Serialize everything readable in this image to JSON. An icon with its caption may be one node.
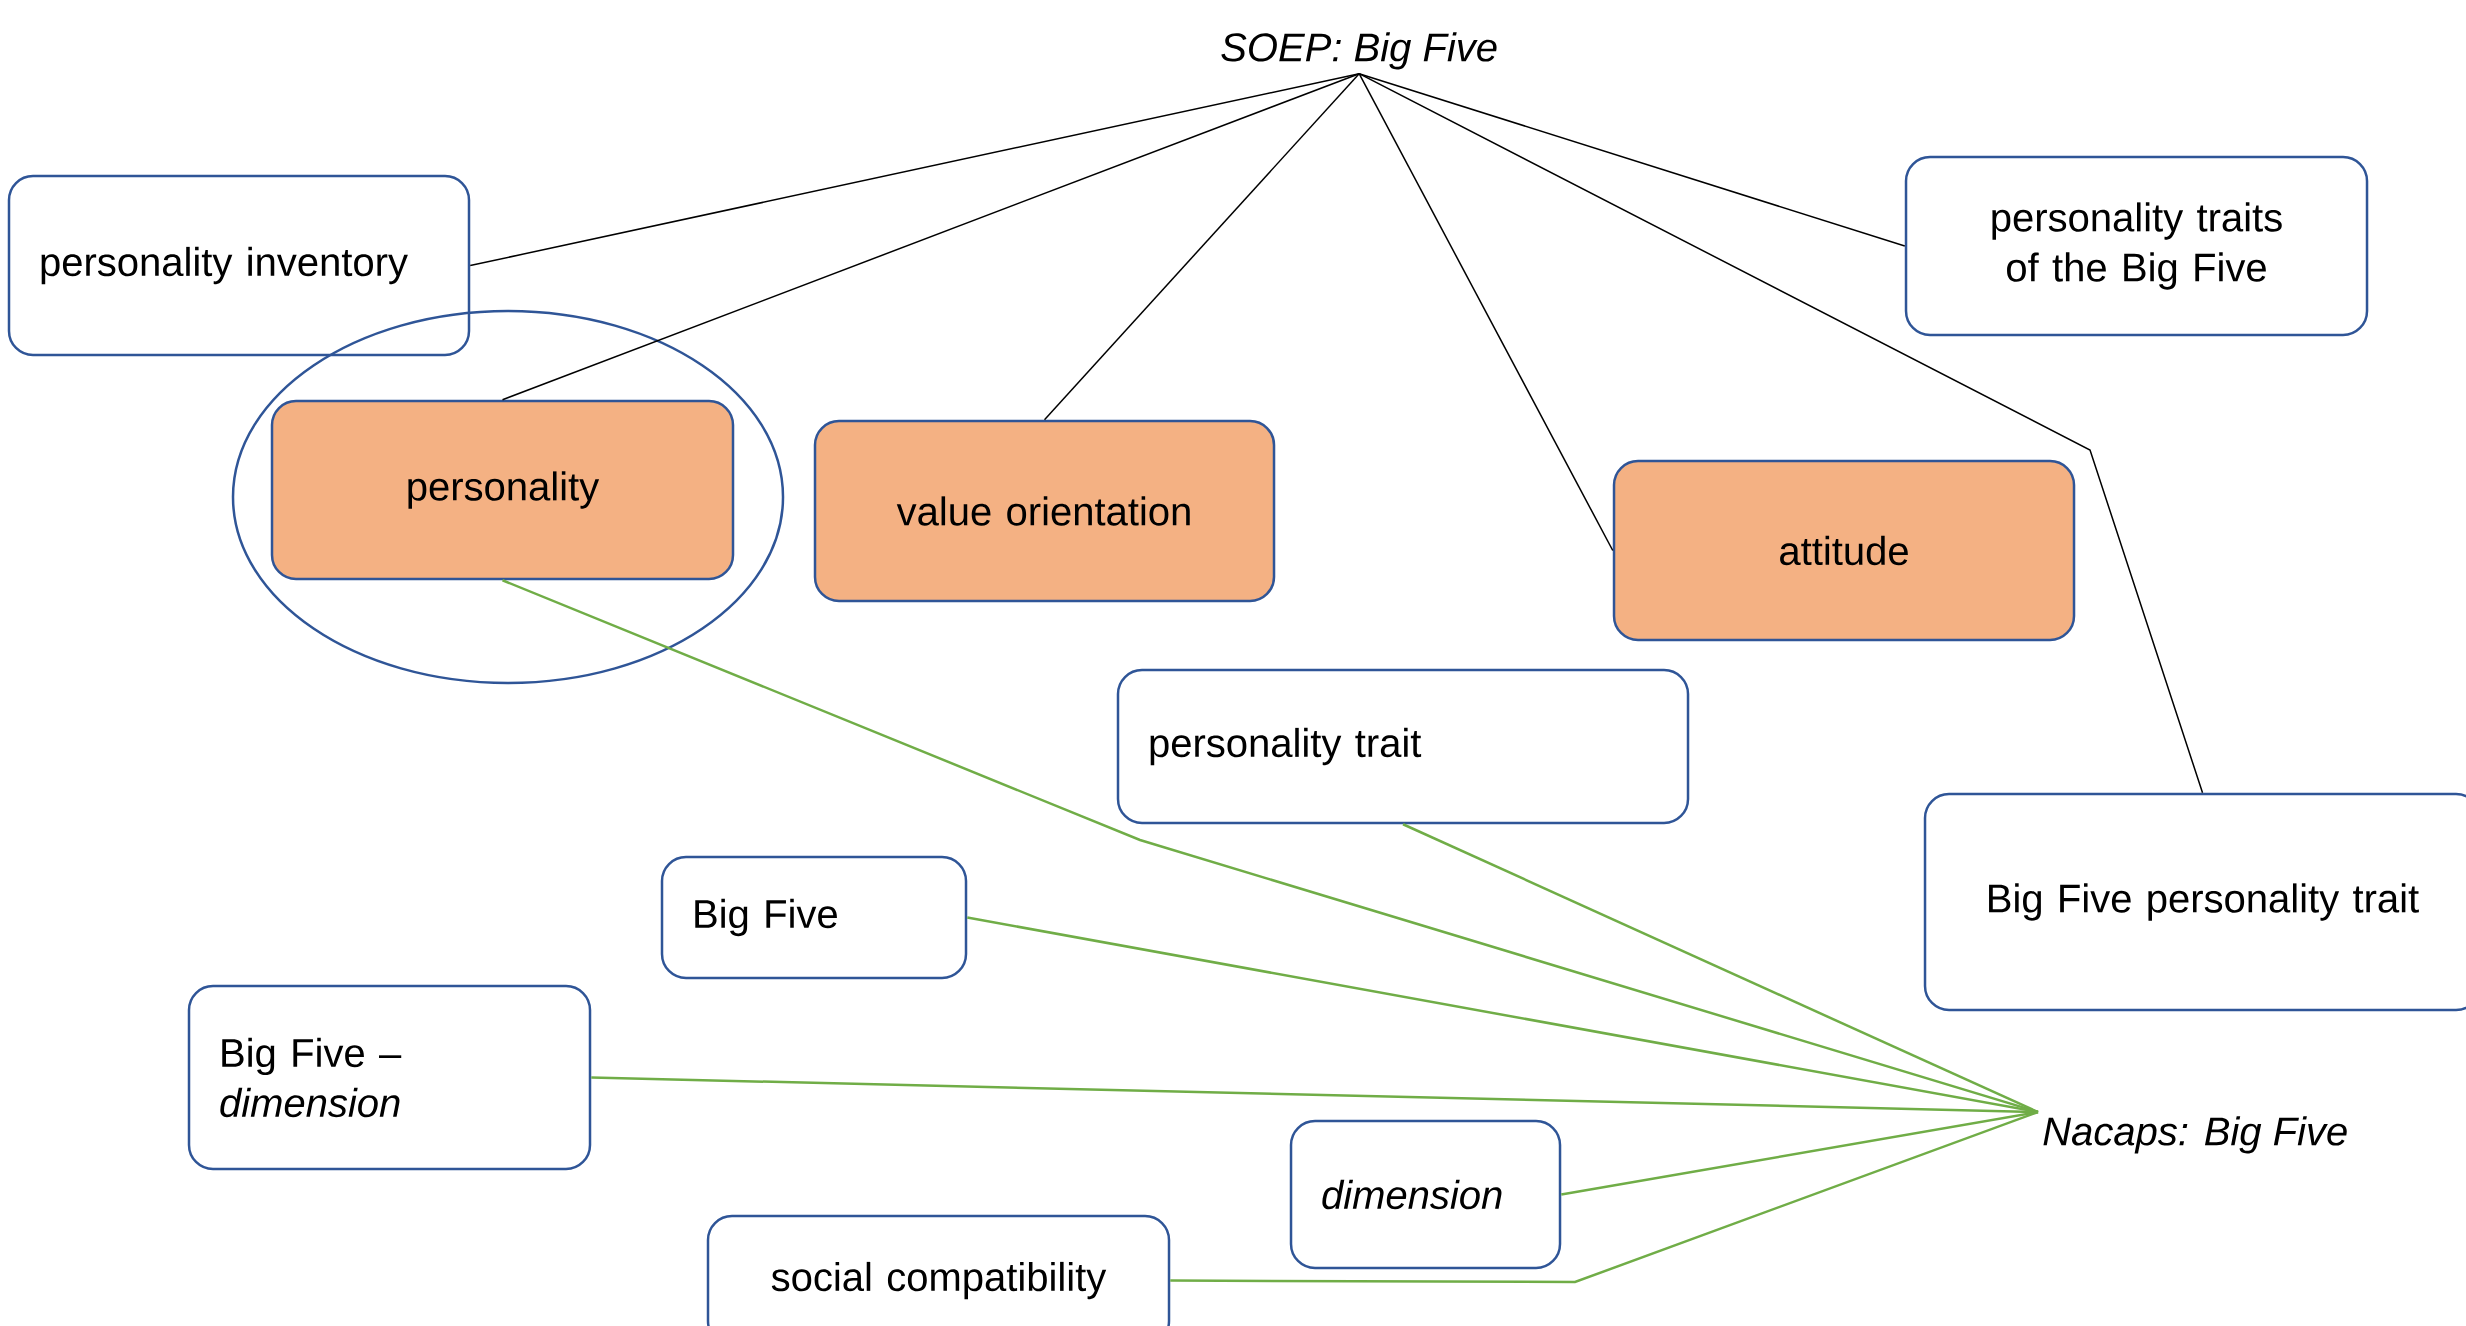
{
  "diagram": {
    "nodes": [
      {
        "text": [
          "SOEP: Big Five"
        ]
      },
      {
        "text": [
          "personality inventory"
        ]
      },
      {
        "text": [
          "personality traits of the Big Five"
        ]
      },
      {
        "text": [],
        "shape": "circle"
      },
      {
        "text": [
          "personality"
        ],
        "in": 3
      },
      {
        "text": [
          "value orientation"
        ]
      },
      {
        "text": [
          "attitude"
        ]
      },
      {
        "text": [
          "personality trait"
        ]
      },
      {
        "text": [
          "Big Five personality trait"
        ]
      },
      {
        "text": [
          "Big Five"
        ]
      },
      {
        "text": [
          "Big Five – *dimension*"
        ]
      },
      {
        "text": [
          "dimension"
        ]
      },
      {
        "text": [
          "social compatibility"
        ]
      },
      {
        "text": [
          "Nacaps: Big Five"
        ]
      }
    ],
    "edges": [
      {
        "from": 0,
        "to": 1,
        "arrow": "none"
      },
      {
        "from": 0,
        "to": 4,
        "arrow": "none"
      },
      {
        "from": 0,
        "to": 5,
        "arrow": "none"
      },
      {
        "from": 0,
        "to": 6,
        "arrow": "none"
      },
      {
        "from": 0,
        "to": 2,
        "arrow": "none"
      },
      {
        "from": 0,
        "to": 8,
        "arrow": "none"
      },
      {
        "from": 4,
        "to": 13,
        "arrow": "none",
        "color": "#70ad47"
      },
      {
        "from": 7,
        "to": 13,
        "arrow": "none",
        "color": "#70ad47"
      },
      {
        "from": 9,
        "to": 13,
        "arrow": "none",
        "color": "#70ad47"
      },
      {
        "from": 10,
        "to": 13,
        "arrow": "none",
        "color": "#70ad47"
      },
      {
        "from": 11,
        "to": 13,
        "arrow": "none",
        "color": "#70ad47"
      },
      {
        "from": 12,
        "to": 13,
        "arrow": "none",
        "color": "#70ad47"
      }
    ]
  }
}
